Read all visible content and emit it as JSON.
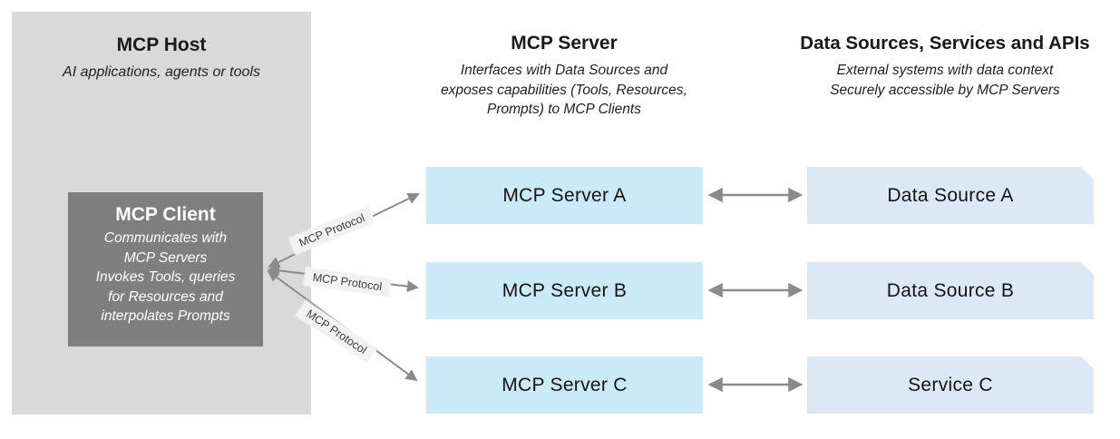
{
  "host": {
    "title": "MCP Host",
    "subtitle": "AI applications, agents or tools",
    "client": {
      "title": "MCP Client",
      "body": "Communicates with\nMCP Servers\nInvokes Tools, queries\nfor Resources and\ninterpolates Prompts"
    }
  },
  "server_column": {
    "title": "MCP Server",
    "subtitle": "Interfaces with Data Sources and\nexposes capabilities (Tools, Resources,\nPrompts) to MCP Clients",
    "boxes": [
      "MCP Server A",
      "MCP Server B",
      "MCP Server C"
    ]
  },
  "sources_column": {
    "title": "Data Sources, Services and APIs",
    "subtitle": "External systems with data context\nSecurely accessible by MCP Servers",
    "boxes": [
      "Data Source A",
      "Data Source B",
      "Service C"
    ]
  },
  "protocol_labels": [
    "MCP Protocol",
    "MCP Protocol",
    "MCP Protocol"
  ],
  "colors": {
    "host_panel": "#d9d9d9",
    "client_box": "#7f7f7f",
    "server_box": "#cce9f8",
    "source_box": "#dde8f6",
    "arrow": "#8a8a8a",
    "label_background": "#f2f2f2"
  }
}
